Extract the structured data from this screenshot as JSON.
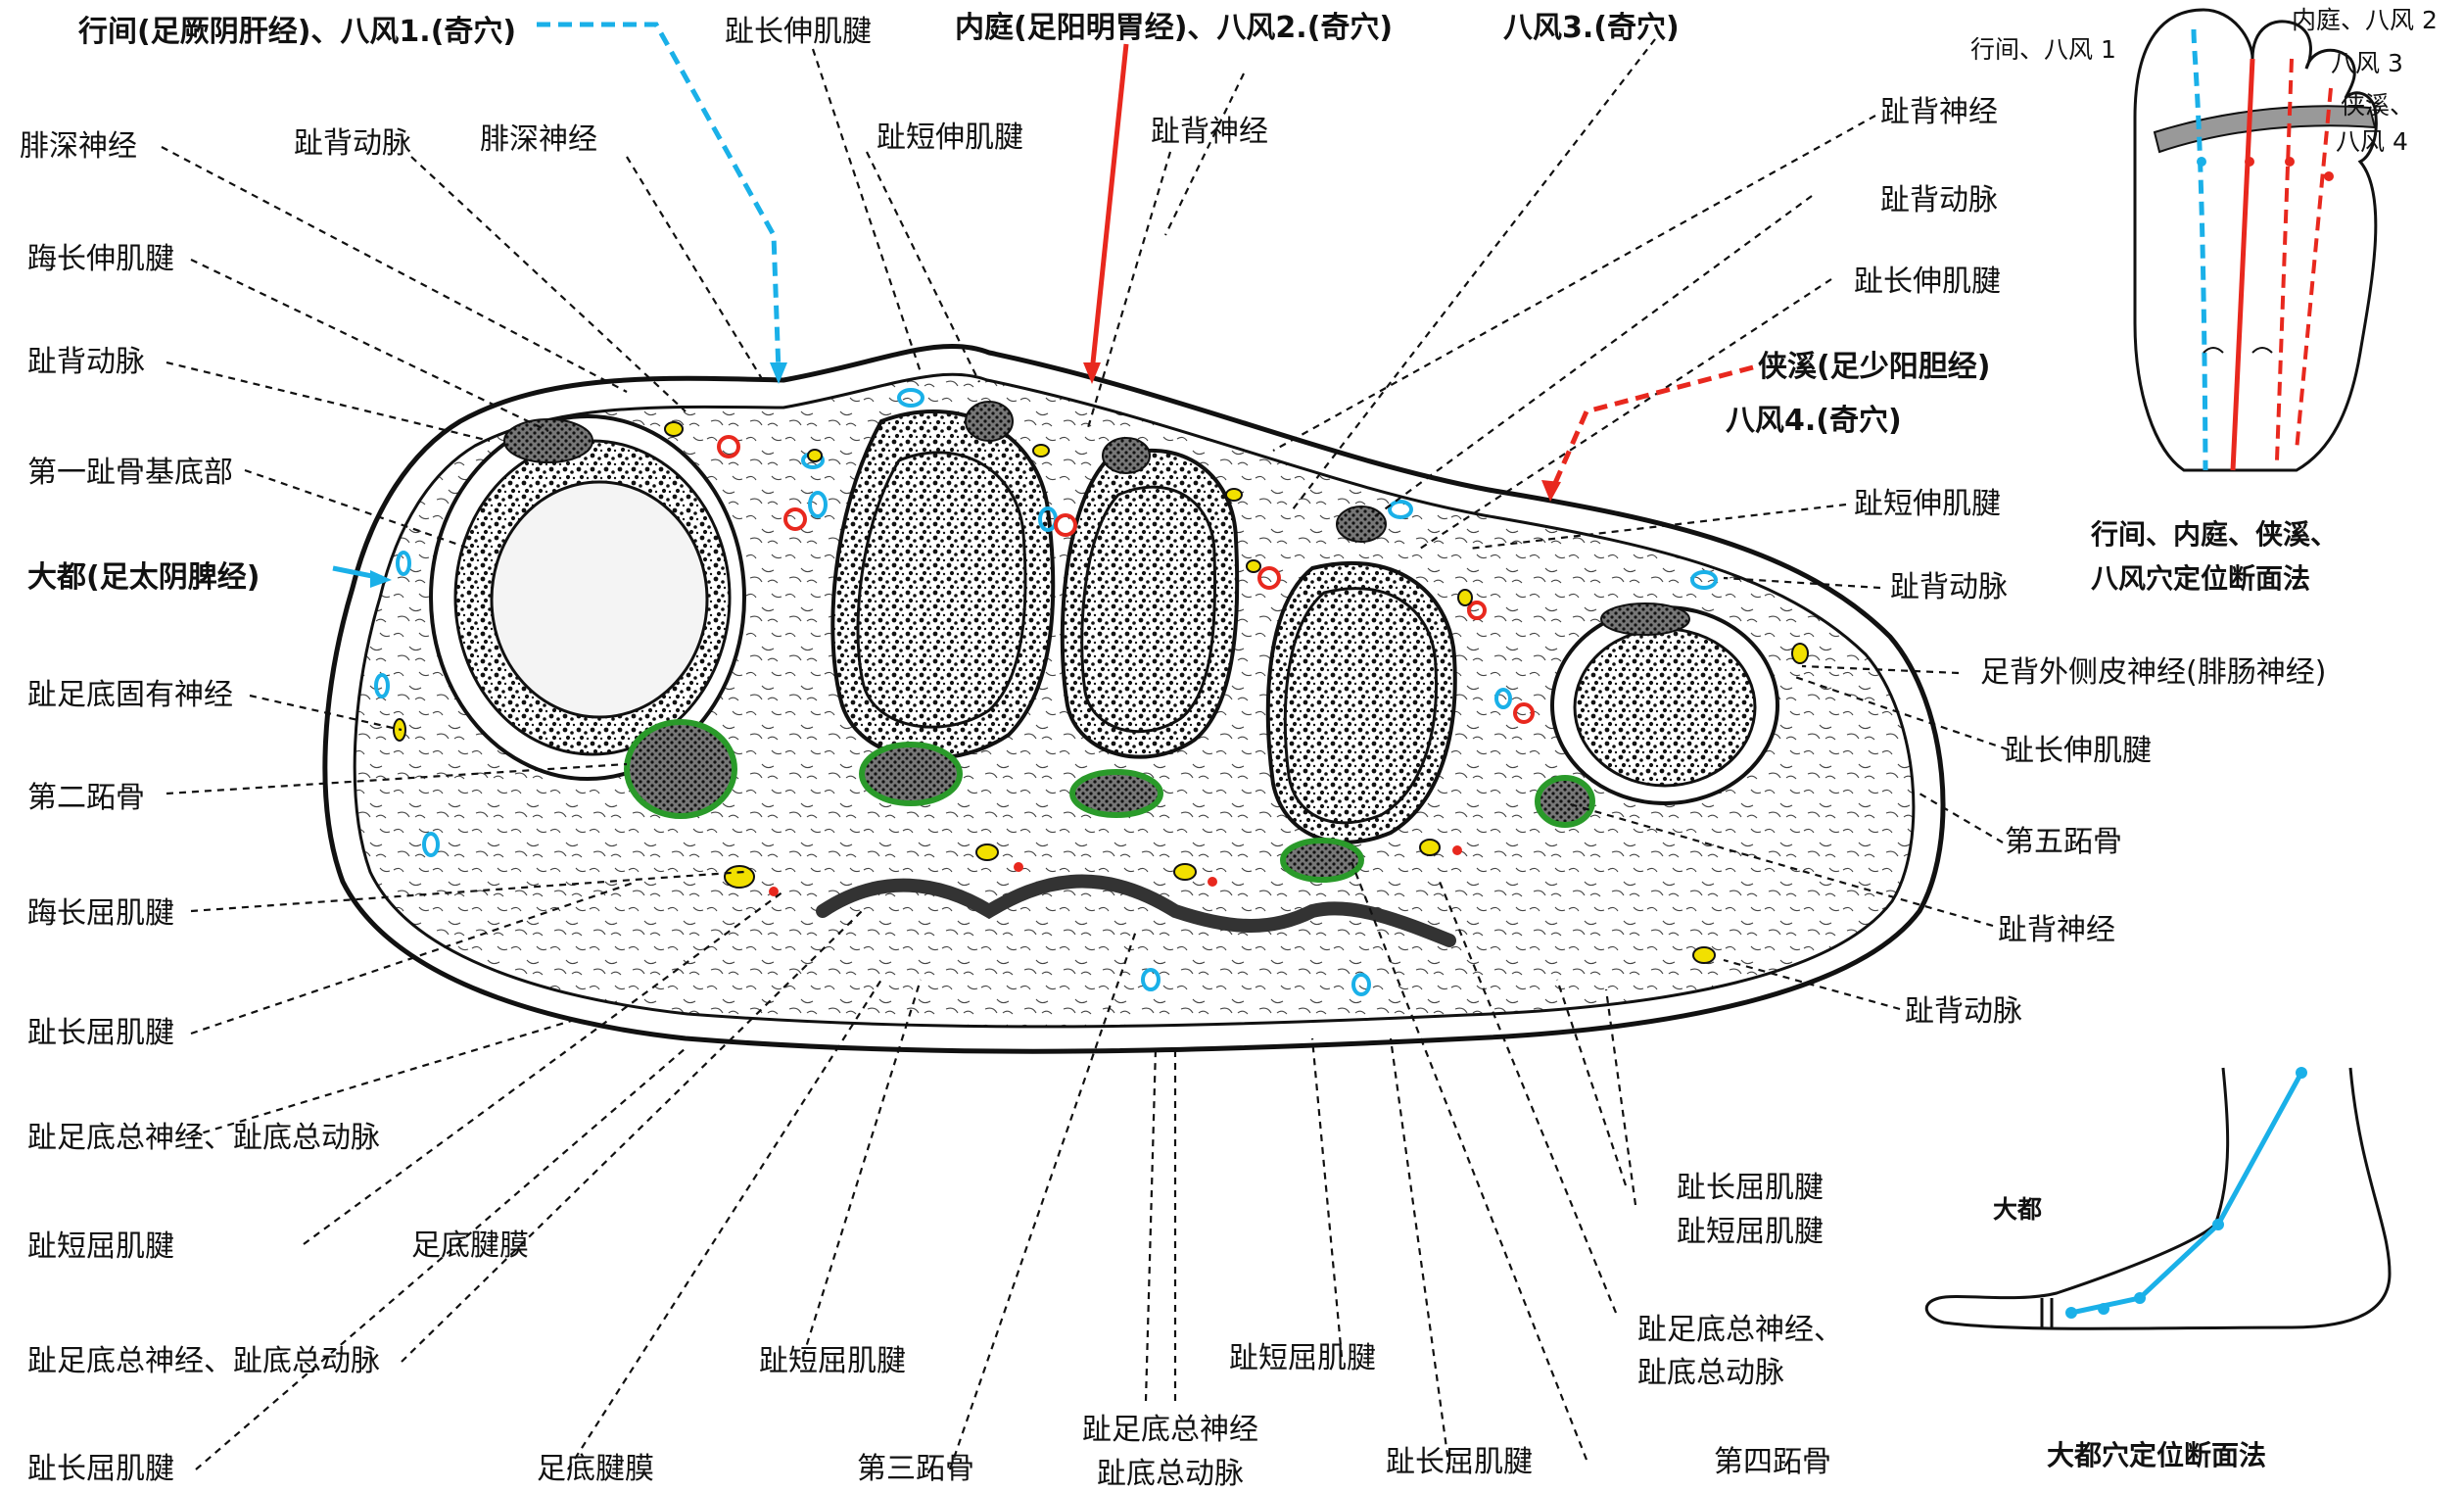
{
  "labels": {
    "xingjian": "行间(足厥阴肝经)、八风1.(奇穴)",
    "zhichangshen_top": "趾长伸肌腱",
    "neiting": "内庭(足阳明胃经)、八风2.(奇穴)",
    "bafeng3": "八风3.(奇穴)",
    "feishen_left": "腓深神经",
    "zhibei_dongmai_top": "趾背动脉",
    "feishen_mid": "腓深神经",
    "zhiduanshen_top": "趾短伸肌腱",
    "zhibeishen_top": "趾背神经",
    "muchangshen": "踇长伸肌腱",
    "zhibei_dongmai_left": "趾背动脉",
    "diyi_zhigu": "第一趾骨基底部",
    "dadu": "大都(足太阴脾经)",
    "zhizudi_guyou": "趾足底固有神经",
    "dier_zhigu": "第二跖骨",
    "muchangqu": "踇长屈肌腱",
    "zhichangqu_left": "趾长屈肌腱",
    "zongshen_1": "趾足底总神经、趾底总动脉",
    "zhiduanqu_left": "趾短屈肌腱",
    "zudi_jianmo_1": "足底腱膜",
    "zongshen_2": "趾足底总神经、趾底总动脉",
    "zhiduanqu_mid": "趾短屈肌腱",
    "zhichangqu_bottom": "趾长屈肌腱",
    "zudi_jianmo_2": "足底腱膜",
    "disan_zhigu": "第三跖骨",
    "zongshen_3a": "趾足底总神经",
    "zongshen_3b": "趾底总动脉",
    "zhiduanqu_r": "趾短屈肌腱",
    "zhichangqu_r": "趾长屈肌腱",
    "disi_zhigu": "第四跖骨",
    "zongshen_4a": "趾足底总神经、",
    "zongshen_4b": "趾底总动脉",
    "zhichangqu_r2": "趾长屈肌腱",
    "zhiduanqu_r2": "趾短屈肌腱",
    "zhibeishen_r1": "趾背神经",
    "zhibei_dongmai_r1": "趾背动脉",
    "zhichangshen_r1": "趾长伸肌腱",
    "xiaxi_1": "侠溪(足少阳胆经)",
    "xiaxi_2": "八风4.(奇穴)",
    "zhiduanshen_r": "趾短伸肌腱",
    "zhibei_dongmai_r2": "趾背动脉",
    "zubei_waice": "足背外侧皮神经(腓肠神经)",
    "zhichangshen_r2": "趾长伸肌腱",
    "diwu_zhigu": "第五跖骨",
    "zhibeishen_r2": "趾背神经",
    "zhibei_dongmai_r3": "趾背动脉"
  },
  "inset_top": {
    "label_xingjian": "行间、八风 1",
    "label_neiting": "内庭、八风 2",
    "label_bafeng3": "八风 3",
    "label_xiaxi": "侠溪、",
    "label_bafeng4": "八风 4",
    "caption_1": "行间、内庭、侠溪、",
    "caption_2": "八风穴定位断面法"
  },
  "inset_bottom": {
    "label_dadu": "大都",
    "caption": "大都穴定位断面法"
  },
  "colors": {
    "spleen_meridian": "#1ab0e8",
    "stomach_meridian": "#e8281e",
    "tendon_ring": "#2a9a2a",
    "nerve": "#f2e000",
    "line": "#111111"
  }
}
